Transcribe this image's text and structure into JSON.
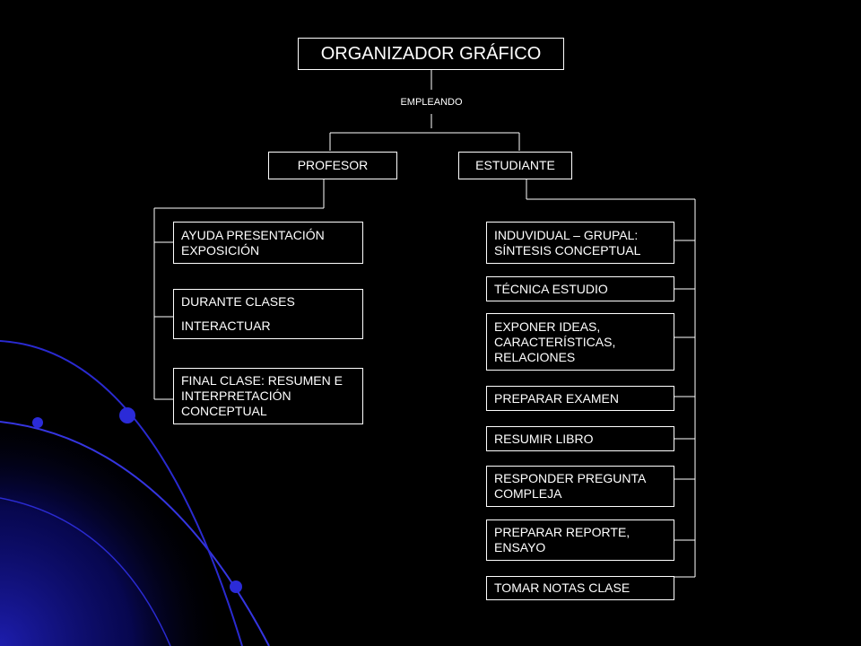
{
  "diagram": {
    "title": "ORGANIZADOR GRÁFICO",
    "connector_label": "EMPLEANDO",
    "profesor": {
      "label": "PROFESOR",
      "items": [
        "AYUDA PRESENTACIÓN\nEXPOSICIÓN",
        [
          "DURANTE CLASES",
          "INTERACTUAR"
        ],
        "FINAL CLASE: RESUMEN E\nINTERPRETACIÓN\nCONCEPTUAL"
      ]
    },
    "estudiante": {
      "label": "ESTUDIANTE",
      "items": [
        "INDUVIDUAL – GRUPAL:\nSÍNTESIS CONCEPTUAL",
        "TÉCNICA ESTUDIO",
        "EXPONER IDEAS,\nCARACTERÍSTICAS,\nRELACIONES",
        "PREPARAR EXAMEN",
        "RESUMIR LIBRO",
        "RESPONDER PREGUNTA\nCOMPLEJA",
        "PREPARAR REPORTE,\nENSAYO",
        "TOMAR NOTAS CLASE"
      ]
    }
  },
  "colors": {
    "background": "#000000",
    "accent_blue": "#1a1aff",
    "line": "#ffffff"
  }
}
